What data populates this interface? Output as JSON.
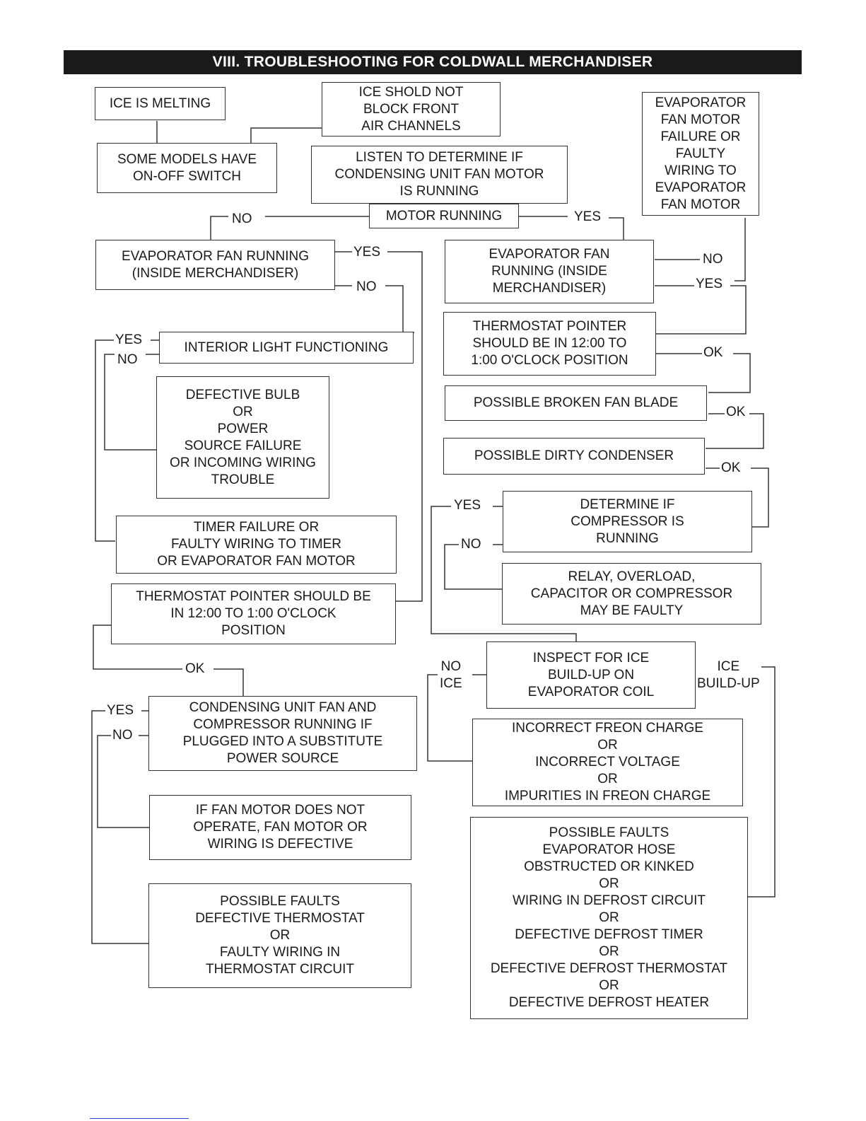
{
  "title": "VIII. TROUBLESHOOTING FOR COLDWALL MERCHANDISER",
  "boxes": {
    "ice_melting": "ICE IS MELTING",
    "ice_block_channels": "ICE SHOLD NOT\nBLOCK FRONT\nAIR CHANNELS",
    "some_models_switch": "SOME MODELS HAVE\nON-OFF SWITCH",
    "listen_condensing": "LISTEN TO DETERMINE IF\nCONDENSING UNIT FAN MOTOR\nIS RUNNING",
    "motor_running": "MOTOR RUNNING",
    "evap_fan_motor_failure": "EVAPORATOR\nFAN MOTOR\nFAILURE OR\nFAULTY\nWIRING TO\nEVAPORATOR\nFAN MOTOR",
    "evap_fan_running_left": "EVAPORATOR FAN RUNNING\n(INSIDE MERCHANDISER)",
    "evap_fan_running_right": "EVAPORATOR FAN\nRUNNING (INSIDE\nMERCHANDISER)",
    "interior_light": "INTERIOR LIGHT FUNCTIONING",
    "thermostat_pointer_right": "THERMOSTAT POINTER\nSHOULD BE IN 12:00 TO\n1:00 O'CLOCK POSITION",
    "broken_fan_blade": "POSSIBLE BROKEN FAN BLADE",
    "dirty_condenser": "POSSIBLE DIRTY CONDENSER",
    "defective_bulb": "DEFECTIVE BULB\nOR\nPOWER\nSOURCE FAILURE\nOR INCOMING WIRING\nTROUBLE",
    "compressor_running": "DETERMINE IF\nCOMPRESSOR IS\nRUNNING",
    "timer_failure": "TIMER FAILURE OR\nFAULTY WIRING TO TIMER\nOR EVAPORATOR FAN MOTOR",
    "relay_overload": "RELAY, OVERLOAD,\nCAPACITOR OR COMPRESSOR\nMAY BE FAULTY",
    "thermostat_pointer_left": "THERMOSTAT POINTER SHOULD BE\nIN 12:00 TO 1:00 O'CLOCK\nPOSITION",
    "inspect_ice": "INSPECT FOR ICE\nBUILD-UP ON\nEVAPORATOR COIL",
    "condensing_substitute": "CONDENSING UNIT FAN AND\nCOMPRESSOR RUNNING IF\nPLUGGED INTO A SUBSTITUTE\nPOWER SOURCE",
    "incorrect_freon": "INCORRECT FREON CHARGE\nOR\nINCORRECT VOLTAGE\nOR\nIMPURITIES IN FREON CHARGE",
    "fan_motor_defective": "IF FAN MOTOR DOES NOT\nOPERATE, FAN MOTOR OR\nWIRING IS DEFECTIVE",
    "faults_thermostat": "POSSIBLE FAULTS\nDEFECTIVE THERMOSTAT\nOR\nFAULTY WIRING IN\nTHERMOSTAT CIRCUIT",
    "faults_defrost": "POSSIBLE FAULTS\nEVAPORATOR HOSE\nOBSTRUCTED OR KINKED\nOR\nWIRING IN DEFROST CIRCUIT\nOR\nDEFECTIVE DEFROST TIMER\nOR\nDEFECTIVE DEFROST THERMOSTAT\nOR\nDEFECTIVE DEFROST HEATER"
  },
  "labels": {
    "no_motor": "NO",
    "yes_motor": "YES",
    "yes_evap_left": "YES",
    "no_evap_left": "NO",
    "no_evap_right": "NO",
    "yes_evap_right": "YES",
    "yes_light": "YES",
    "no_light": "NO",
    "ok_thermo_right": "OK",
    "ok_fan_blade": "OK",
    "ok_condenser": "OK",
    "yes_compressor": "YES",
    "no_compressor": "NO",
    "ok_thermo_left": "OK",
    "no_ice": "NO\nICE",
    "ice_buildup": "ICE\nBUILD-UP",
    "yes_condensing": "YES",
    "no_condensing": "NO"
  }
}
